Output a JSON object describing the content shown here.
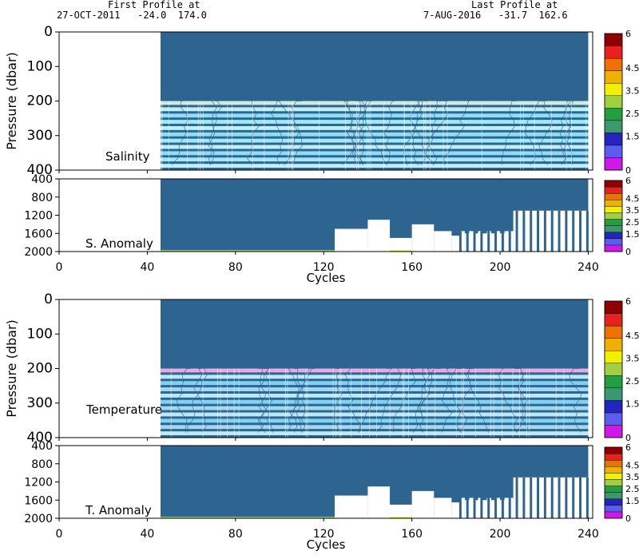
{
  "header": {
    "first_label": "First Profile at",
    "first_date": "27-OCT-2011",
    "first_coords": "-24.0  174.0",
    "last_label": "Last Profile at",
    "last_date": "7-AUG-2016",
    "last_coords": "-31.7  162.6"
  },
  "chart_data": [
    {
      "type": "heatmap",
      "panel": "salinity",
      "title": "Salinity",
      "xlabel": "",
      "ylabel": "Pressure (dbar)",
      "xlim": [
        0,
        242
      ],
      "ylim": [
        400,
        0
      ],
      "x_ticks": [
        0,
        40,
        80,
        120,
        160,
        200,
        240
      ],
      "y_ticks": [
        0,
        100,
        200,
        300,
        400
      ],
      "first_cycle": 46,
      "last_cycle": 240,
      "background_color": "#2e6590",
      "contours": true,
      "colorbar": {
        "ticks": [
          "6",
          "4.5",
          "3.5",
          "2.5",
          "1.5",
          "0"
        ]
      }
    },
    {
      "type": "heatmap",
      "panel": "salinity-anomaly",
      "title": "S. Anomaly",
      "xlabel": "Cycles",
      "ylabel": "",
      "xlim": [
        0,
        242
      ],
      "ylim": [
        2000,
        400
      ],
      "x_ticks": [
        0,
        40,
        80,
        120,
        160,
        200,
        240
      ],
      "y_ticks": [
        400,
        800,
        1200,
        1600,
        2000
      ],
      "first_cycle": 46,
      "last_cycle": 240,
      "background_color": "#2e6590",
      "colorbar": {
        "ticks": [
          "6",
          "4.5",
          "3.5",
          "2.5",
          "1.5",
          "0"
        ]
      }
    },
    {
      "type": "heatmap",
      "panel": "temperature",
      "title": "Temperature",
      "xlabel": "",
      "ylabel": "Pressure (dbar)",
      "xlim": [
        0,
        242
      ],
      "ylim": [
        400,
        0
      ],
      "x_ticks": [
        0,
        40,
        80,
        120,
        160,
        200,
        240
      ],
      "y_ticks": [
        0,
        100,
        200,
        300,
        400
      ],
      "first_cycle": 46,
      "last_cycle": 240,
      "background_color": "#2e6590",
      "contours": true,
      "colorbar": {
        "ticks": [
          "6",
          "4.5",
          "3.5",
          "2.5",
          "1.5",
          "0"
        ]
      }
    },
    {
      "type": "heatmap",
      "panel": "temperature-anomaly",
      "title": "T. Anomaly",
      "xlabel": "Cycles",
      "ylabel": "",
      "xlim": [
        0,
        242
      ],
      "ylim": [
        2000,
        400
      ],
      "x_ticks": [
        0,
        40,
        80,
        120,
        160,
        200,
        240
      ],
      "y_ticks": [
        400,
        800,
        1200,
        1600,
        2000
      ],
      "first_cycle": 46,
      "last_cycle": 240,
      "background_color": "#2e6590",
      "colorbar": {
        "ticks": [
          "6",
          "4.5",
          "3.5",
          "2.5",
          "1.5",
          "0"
        ]
      }
    }
  ],
  "colorbar_palette": [
    "#d018e8",
    "#5c5cf0",
    "#2424c0",
    "#3a9a6e",
    "#20a040",
    "#a0d040",
    "#f0f000",
    "#f0b000",
    "#f07000",
    "#e82020",
    "#900000"
  ]
}
